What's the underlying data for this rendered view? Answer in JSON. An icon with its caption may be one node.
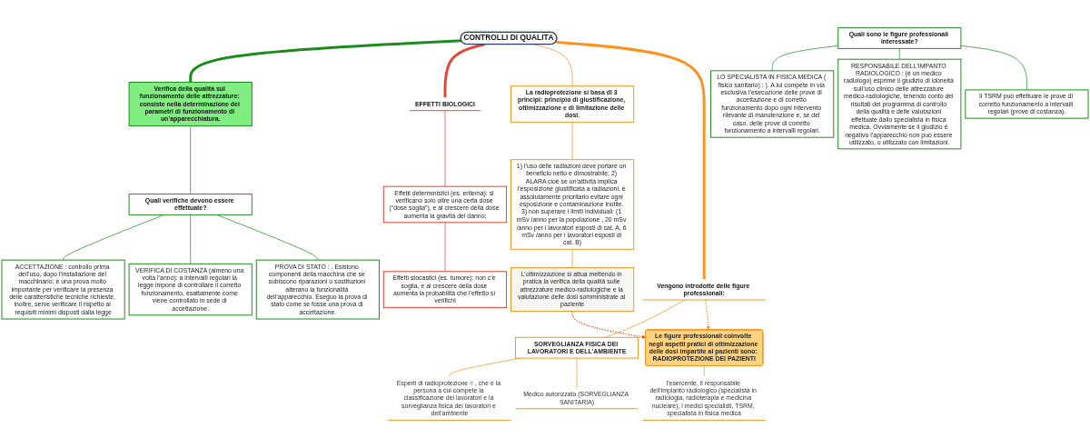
{
  "diagram": {
    "nodes": [
      {
        "text": [
          "CONTROLLI DI QUALITÀ"
        ]
      },
      {
        "text": [
          "EFFETTI BIOLOGICI"
        ]
      },
      {
        "text": [
          "Effetti deterministici (es. eritema): si verificano solo oltre una certa dose (“dose soglia”), e al crescere della dose aumenta la gravità del danno;"
        ]
      },
      {
        "text": [
          "Effetti stocastici (es. tumore): non c’è soglia, e al crescere della dose aumenta la probabilità che l’effetto si verifichi"
        ]
      },
      {
        "text": [
          "La radioprotezione si basa di 3 principi: principio di giustificazione, ottimizzazione e di limitazione delle dosi."
        ]
      },
      {
        "text": [
          "1) l’uso delle radiazioni deve portare un beneficio netto e dimostrabile; 2) ALARA cioè se un’attività implica l’esposizione giustificata a radiazioni, è assolutamente prioritario evitare ogni esposizione e contaminazione inutile. 3) non superare i limiti individuali: (1 mSv /anno per la popolazione , 20 mSv /anno per i lavoratori esposti di cat. A, 6 mSv /anno per i lavoratori esposti di cat. B)"
        ]
      },
      {
        "text": [
          "L’ottimizzazione si attua mettendo in pratica la verifica della qualità sulle attrezzature medico-radiologiche e la valutazione delle dosi somministrate al paziente"
        ]
      },
      {
        "text": [
          "Vengono introdotte delle figure professionali:"
        ]
      },
      {
        "text": [
          "SORVEGLIANZA FISICA DEI LAVORATORI E DELL'AMBIENTE"
        ]
      },
      {
        "text": [
          "Esperti di radioprotezione = , che è la persona a cui compete la classificazione dei lavoratori e la sorveglianza fisica dei lavoratori e dell’ambiente"
        ]
      },
      {
        "text": [
          "Medico autorizzato (SORVEGLIANZA SANITARIA)"
        ]
      },
      {
        "text": [
          "Le figure professionali coinvolte negli aspetti pratici di ottimizzazione delle dosi impartite ai pazienti sono: RADIOPROTEZIONE DEI PAZIENTI"
        ]
      },
      {
        "text": [
          "l’esercente, il responsabile dell’impianto radiologico (specialista in radiologia, radioterapia e medicina nucleare), i medici specialisti, TSRM, specialista in fisica medica"
        ]
      },
      {
        "text": [
          "Verifica della qualità sul funzionamento delle attrezzature: consiste nella determinazione dei parametri di funzionamento di un’apparecchiatura."
        ]
      },
      {
        "text": [
          "Quali verifiche devono essere effettuate?"
        ]
      },
      {
        "text": [
          "ACCETTAZIONE : controllo prima dell’uso, dopo l’installazione del macchinario; è una prova molto importante per verificare la presenza delle caratteristiche tecniche richieste, inoltre, serve verificare il rispetto ai requisiti minimi disposti dalla legge"
        ]
      },
      {
        "text": [
          "VERIFICA DI COSTANZA (almeno una volta l’anno): a intervalli regolari la legge impone di controllare il corretto funzionamento, esattamente come viene controllato in sede di accettazione."
        ]
      },
      {
        "text": [
          "PROVA DI STATO : . Esistono componenti della macchina che se subiscono riparazioni o sostituzioni alterano la funzionalità dell’apparecchio. Eseguo la prova di stato come se fosse una prova di accettazione."
        ]
      },
      {
        "text": [
          "Quali sono le figure professionali interessate?"
        ]
      },
      {
        "text": [
          "LO SPECIALISTA IN FISICA MEDICA ( fisico sanitario) : ). A lui compete in via esclusiva l’esecuzione delle prove di accettazione e di corretto funzionamento dopo ogni intervento rilevante di manutenzione e, se del caso, delle prove di corretto funzionamento a intervalli regolari."
        ]
      },
      {
        "text": [
          "RESPONSABILE DELL'IMPANTO RADIOLOGICO : (è un medico radiologo) esprime il giudizio di idoneità sull’uso clinico delle attrezzature medico-radiologiche, tenendo conto dei risultati del programma di controllo della qualità e delle valutazioni effettuate dallo specialista in fisica medica. Ovviamente se il giudizio è negativo l’apparecchio non può essere utilizzato, o utilizzato con limitazioni."
        ]
      },
      {
        "text": [
          "Il TSRM può effettuare le prove di corretto funzionamento a intervalli regolari (prove di costanza)."
        ]
      }
    ],
    "edges": [
      {
        "from": 0,
        "to": 13,
        "arrow": "none",
        "style": "thick",
        "color": "#1d8a1d"
      },
      {
        "from": 13,
        "to": 14,
        "arrow": "none",
        "color": "#1d8a1d"
      },
      {
        "from": 14,
        "to": 15,
        "arrow": "none",
        "color": "#1d8a1d"
      },
      {
        "from": 14,
        "to": 16,
        "arrow": "none",
        "color": "#1d8a1d"
      },
      {
        "from": 14,
        "to": 17,
        "arrow": "none",
        "color": "#1d8a1d"
      },
      {
        "from": 18,
        "to": 19,
        "arrow": "none",
        "color": "#1d8a1d"
      },
      {
        "from": 18,
        "to": 20,
        "arrow": "none",
        "color": "#1d8a1d"
      },
      {
        "from": 18,
        "to": 21,
        "arrow": "none",
        "color": "#1d8a1d"
      },
      {
        "from": 0,
        "to": 1,
        "arrow": "none",
        "style": "thick",
        "color": "#ea4335"
      },
      {
        "from": 1,
        "to": 2,
        "arrow": "none",
        "color": "#ea4335"
      },
      {
        "from": 2,
        "to": 3,
        "arrow": "none",
        "color": "#ea4335"
      },
      {
        "from": 0,
        "to": 4,
        "arrow": "none",
        "color": "#f7931e"
      },
      {
        "from": 4,
        "to": 5,
        "arrow": "none",
        "color": "#f7931e"
      },
      {
        "from": 5,
        "to": 6,
        "arrow": "none",
        "color": "#f7931e"
      },
      {
        "from": 0,
        "to": 7,
        "arrow": "none",
        "style": "thick",
        "color": "#f7931e"
      },
      {
        "from": 7,
        "to": 8,
        "arrow": "none",
        "color": "#f7931e"
      },
      {
        "from": 8,
        "to": 9,
        "arrow": "none",
        "color": "#f7931e"
      },
      {
        "from": 8,
        "to": 10,
        "arrow": "none",
        "color": "#f7931e"
      },
      {
        "from": 7,
        "to": 11,
        "arrow": "to",
        "style": "dashed",
        "color": "#f7931e"
      },
      {
        "from": 6,
        "to": 11,
        "arrow": "to",
        "style": "dashed",
        "color": "#f4511e"
      },
      {
        "from": 11,
        "to": 12,
        "arrow": "none",
        "color": "#f7931e"
      }
    ]
  }
}
